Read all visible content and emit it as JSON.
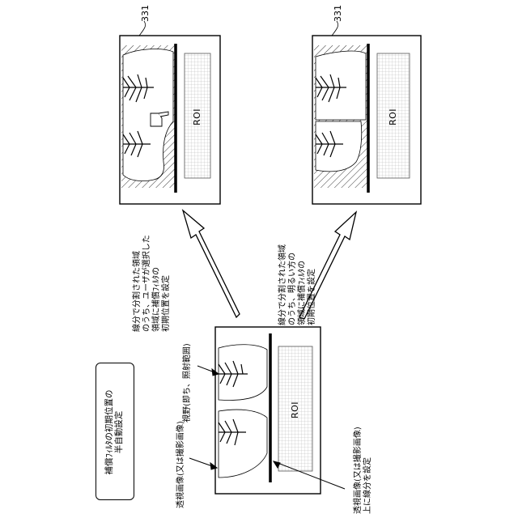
{
  "title": "補償ﾌｨﾙﾀの初期位置の\n半自動設定",
  "labels": {
    "fov": "視野(即ち、照射範囲)",
    "transmission_image": "透視画像(又は撮影画像)",
    "split_line_note": "透視画像(又は撮影画像)\n上に線分を設定",
    "left_arrow_note": "線分で分割された領域\nのうち、ユーザが選択した\n領域に補償ﾌｨﾙﾀの\n初期位置を設定",
    "right_arrow_note": "線分で分割された領域\nのうち、明るい方の\n領域に補償ﾌｨﾙﾀの\n初期位置を設定",
    "roi": "ROI",
    "ref_left": "331",
    "ref_right": "331"
  }
}
